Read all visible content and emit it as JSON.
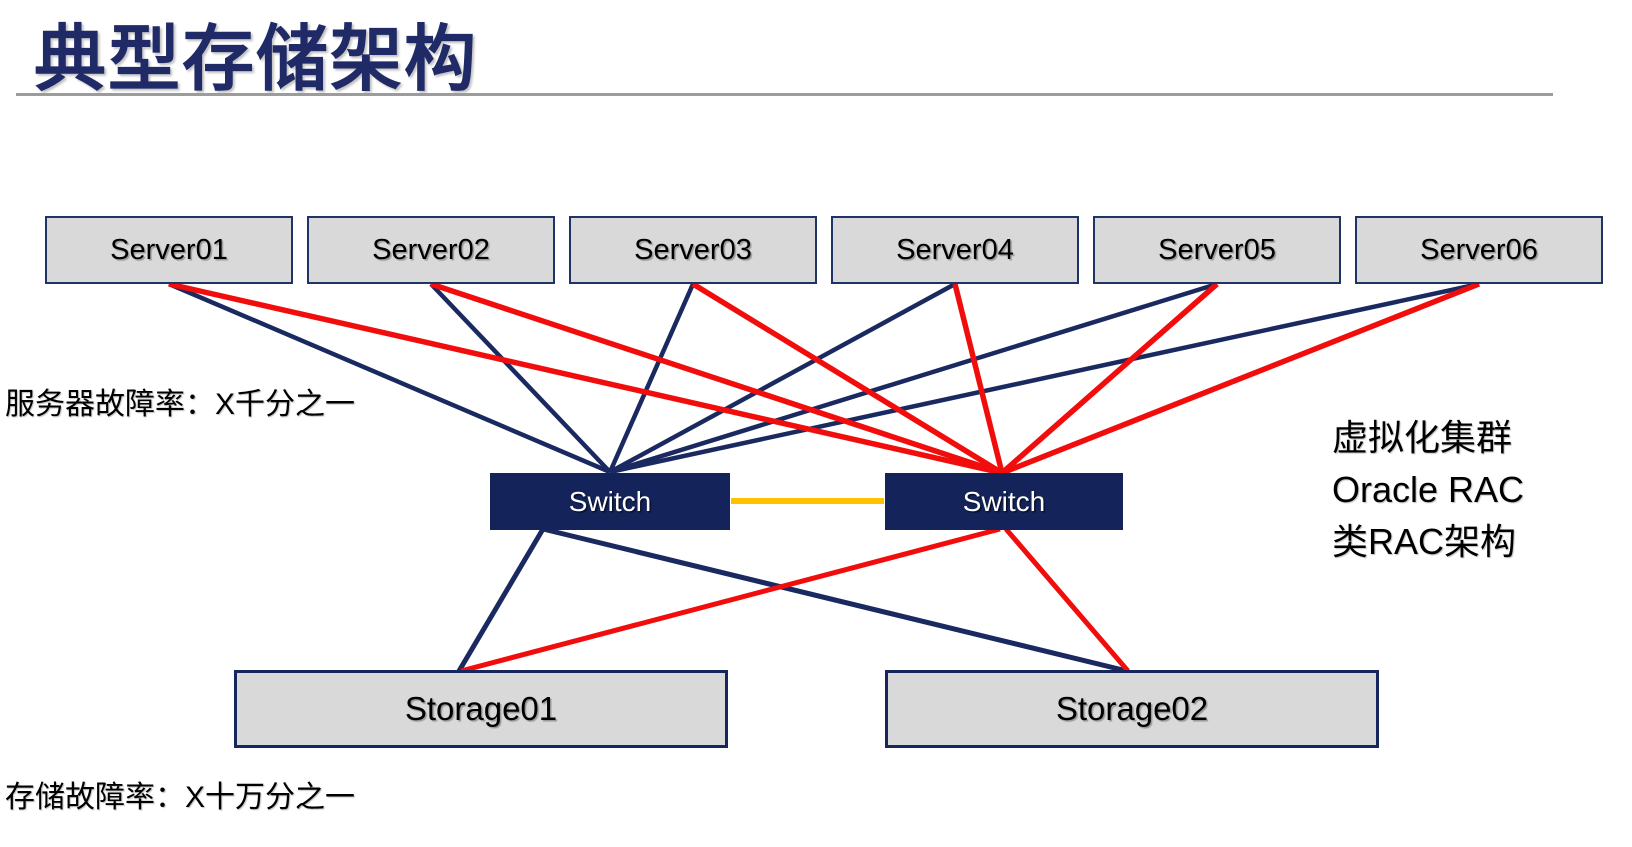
{
  "slide": {
    "title": "典型存储架构",
    "annotations": {
      "server_failure_rate": "服务器故障率：X千分之一",
      "storage_failure_rate": "存储故障率：X十万分之一",
      "right_note_lines": [
        "虚拟化集群",
        "Oracle RAC",
        "类RAC架构"
      ]
    }
  },
  "diagram": {
    "servers": [
      {
        "id": "server01",
        "label": "Server01"
      },
      {
        "id": "server02",
        "label": "Server02"
      },
      {
        "id": "server03",
        "label": "Server03"
      },
      {
        "id": "server04",
        "label": "Server04"
      },
      {
        "id": "server05",
        "label": "Server05"
      },
      {
        "id": "server06",
        "label": "Server06"
      }
    ],
    "switches": [
      {
        "id": "switch1",
        "label": "Switch"
      },
      {
        "id": "switch2",
        "label": "Switch"
      }
    ],
    "storages": [
      {
        "id": "storage01",
        "label": "Storage01"
      },
      {
        "id": "storage02",
        "label": "Storage02"
      }
    ],
    "edges": [
      {
        "from": "server01",
        "to": "switch1",
        "color": "#1A2A60"
      },
      {
        "from": "server02",
        "to": "switch1",
        "color": "#1A2A60"
      },
      {
        "from": "server03",
        "to": "switch1",
        "color": "#1A2A60"
      },
      {
        "from": "server04",
        "to": "switch1",
        "color": "#1A2A60"
      },
      {
        "from": "server05",
        "to": "switch1",
        "color": "#1A2A60"
      },
      {
        "from": "server06",
        "to": "switch1",
        "color": "#1A2A60"
      },
      {
        "from": "switch1",
        "to": "storage01",
        "color": "#1A2A60"
      },
      {
        "from": "switch1",
        "to": "storage02",
        "color": "#1A2A60"
      },
      {
        "from": "server01",
        "to": "switch2",
        "color": "#F20D0D"
      },
      {
        "from": "server02",
        "to": "switch2",
        "color": "#F20D0D"
      },
      {
        "from": "server03",
        "to": "switch2",
        "color": "#F20D0D"
      },
      {
        "from": "server04",
        "to": "switch2",
        "color": "#F20D0D"
      },
      {
        "from": "server05",
        "to": "switch2",
        "color": "#F20D0D"
      },
      {
        "from": "server06",
        "to": "switch2",
        "color": "#F20D0D"
      },
      {
        "from": "switch2",
        "to": "storage01",
        "color": "#F20D0D"
      },
      {
        "from": "switch2",
        "to": "storage02",
        "color": "#F20D0D"
      },
      {
        "from": "switch1",
        "to": "switch2",
        "color": "#FFC000"
      }
    ],
    "colors": {
      "navy_path": "#1A2A60",
      "red_path": "#F20D0D",
      "interswitch_link": "#FFC000",
      "node_fill": "#D9D9D9",
      "switch_fill": "#14245A",
      "title": "#1F2A66"
    }
  }
}
